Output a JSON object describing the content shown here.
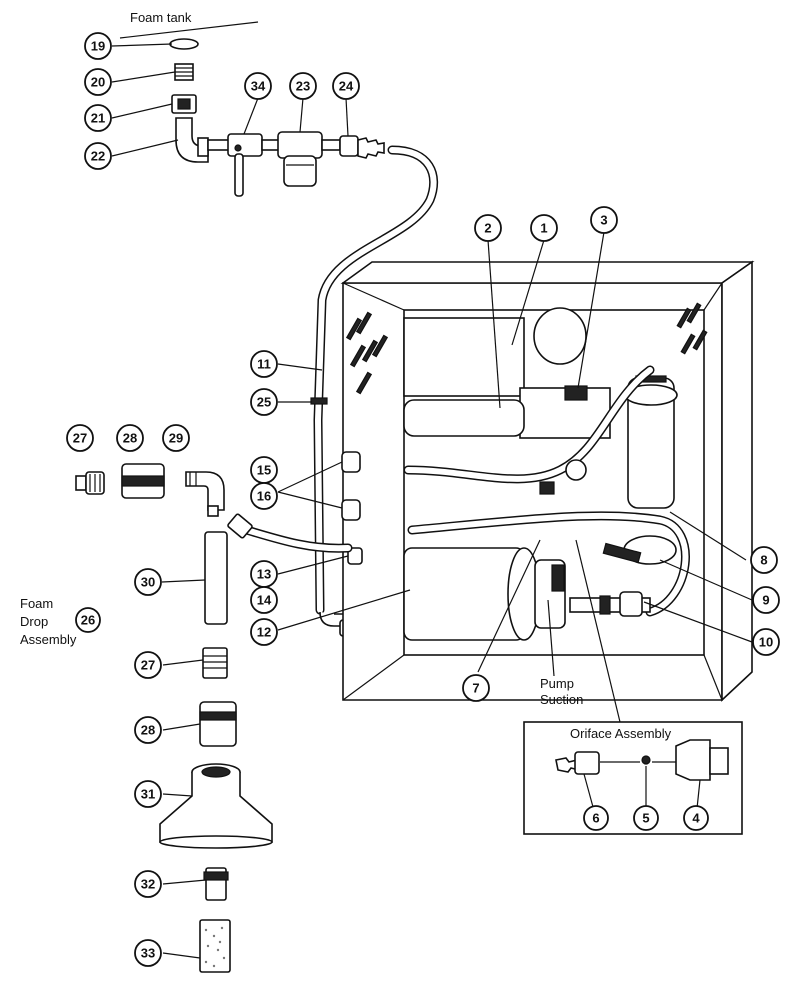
{
  "labels": {
    "foam_tank": "Foam tank",
    "foam_drop_l1": "Foam",
    "foam_drop_l2": "Drop",
    "foam_drop_l3": "Assembly",
    "pump_suction_l1": "Pump",
    "pump_suction_l2": "Suction",
    "oriface_assembly": "Oriface Assembly"
  },
  "callouts": {
    "c1": "1",
    "c2": "2",
    "c3": "3",
    "c4": "4",
    "c5": "5",
    "c6": "6",
    "c7": "7",
    "c8": "8",
    "c9": "9",
    "c10": "10",
    "c11": "11",
    "c12": "12",
    "c13": "13",
    "c14": "14",
    "c15": "15",
    "c16": "16",
    "c19": "19",
    "c20": "20",
    "c21": "21",
    "c22": "22",
    "c23": "23",
    "c24": "24",
    "c25": "25",
    "c26": "26",
    "c27a": "27",
    "c27b": "27",
    "c28a": "28",
    "c28b": "28",
    "c29": "29",
    "c30": "30",
    "c31": "31",
    "c32": "32",
    "c33": "33",
    "c34": "34"
  }
}
